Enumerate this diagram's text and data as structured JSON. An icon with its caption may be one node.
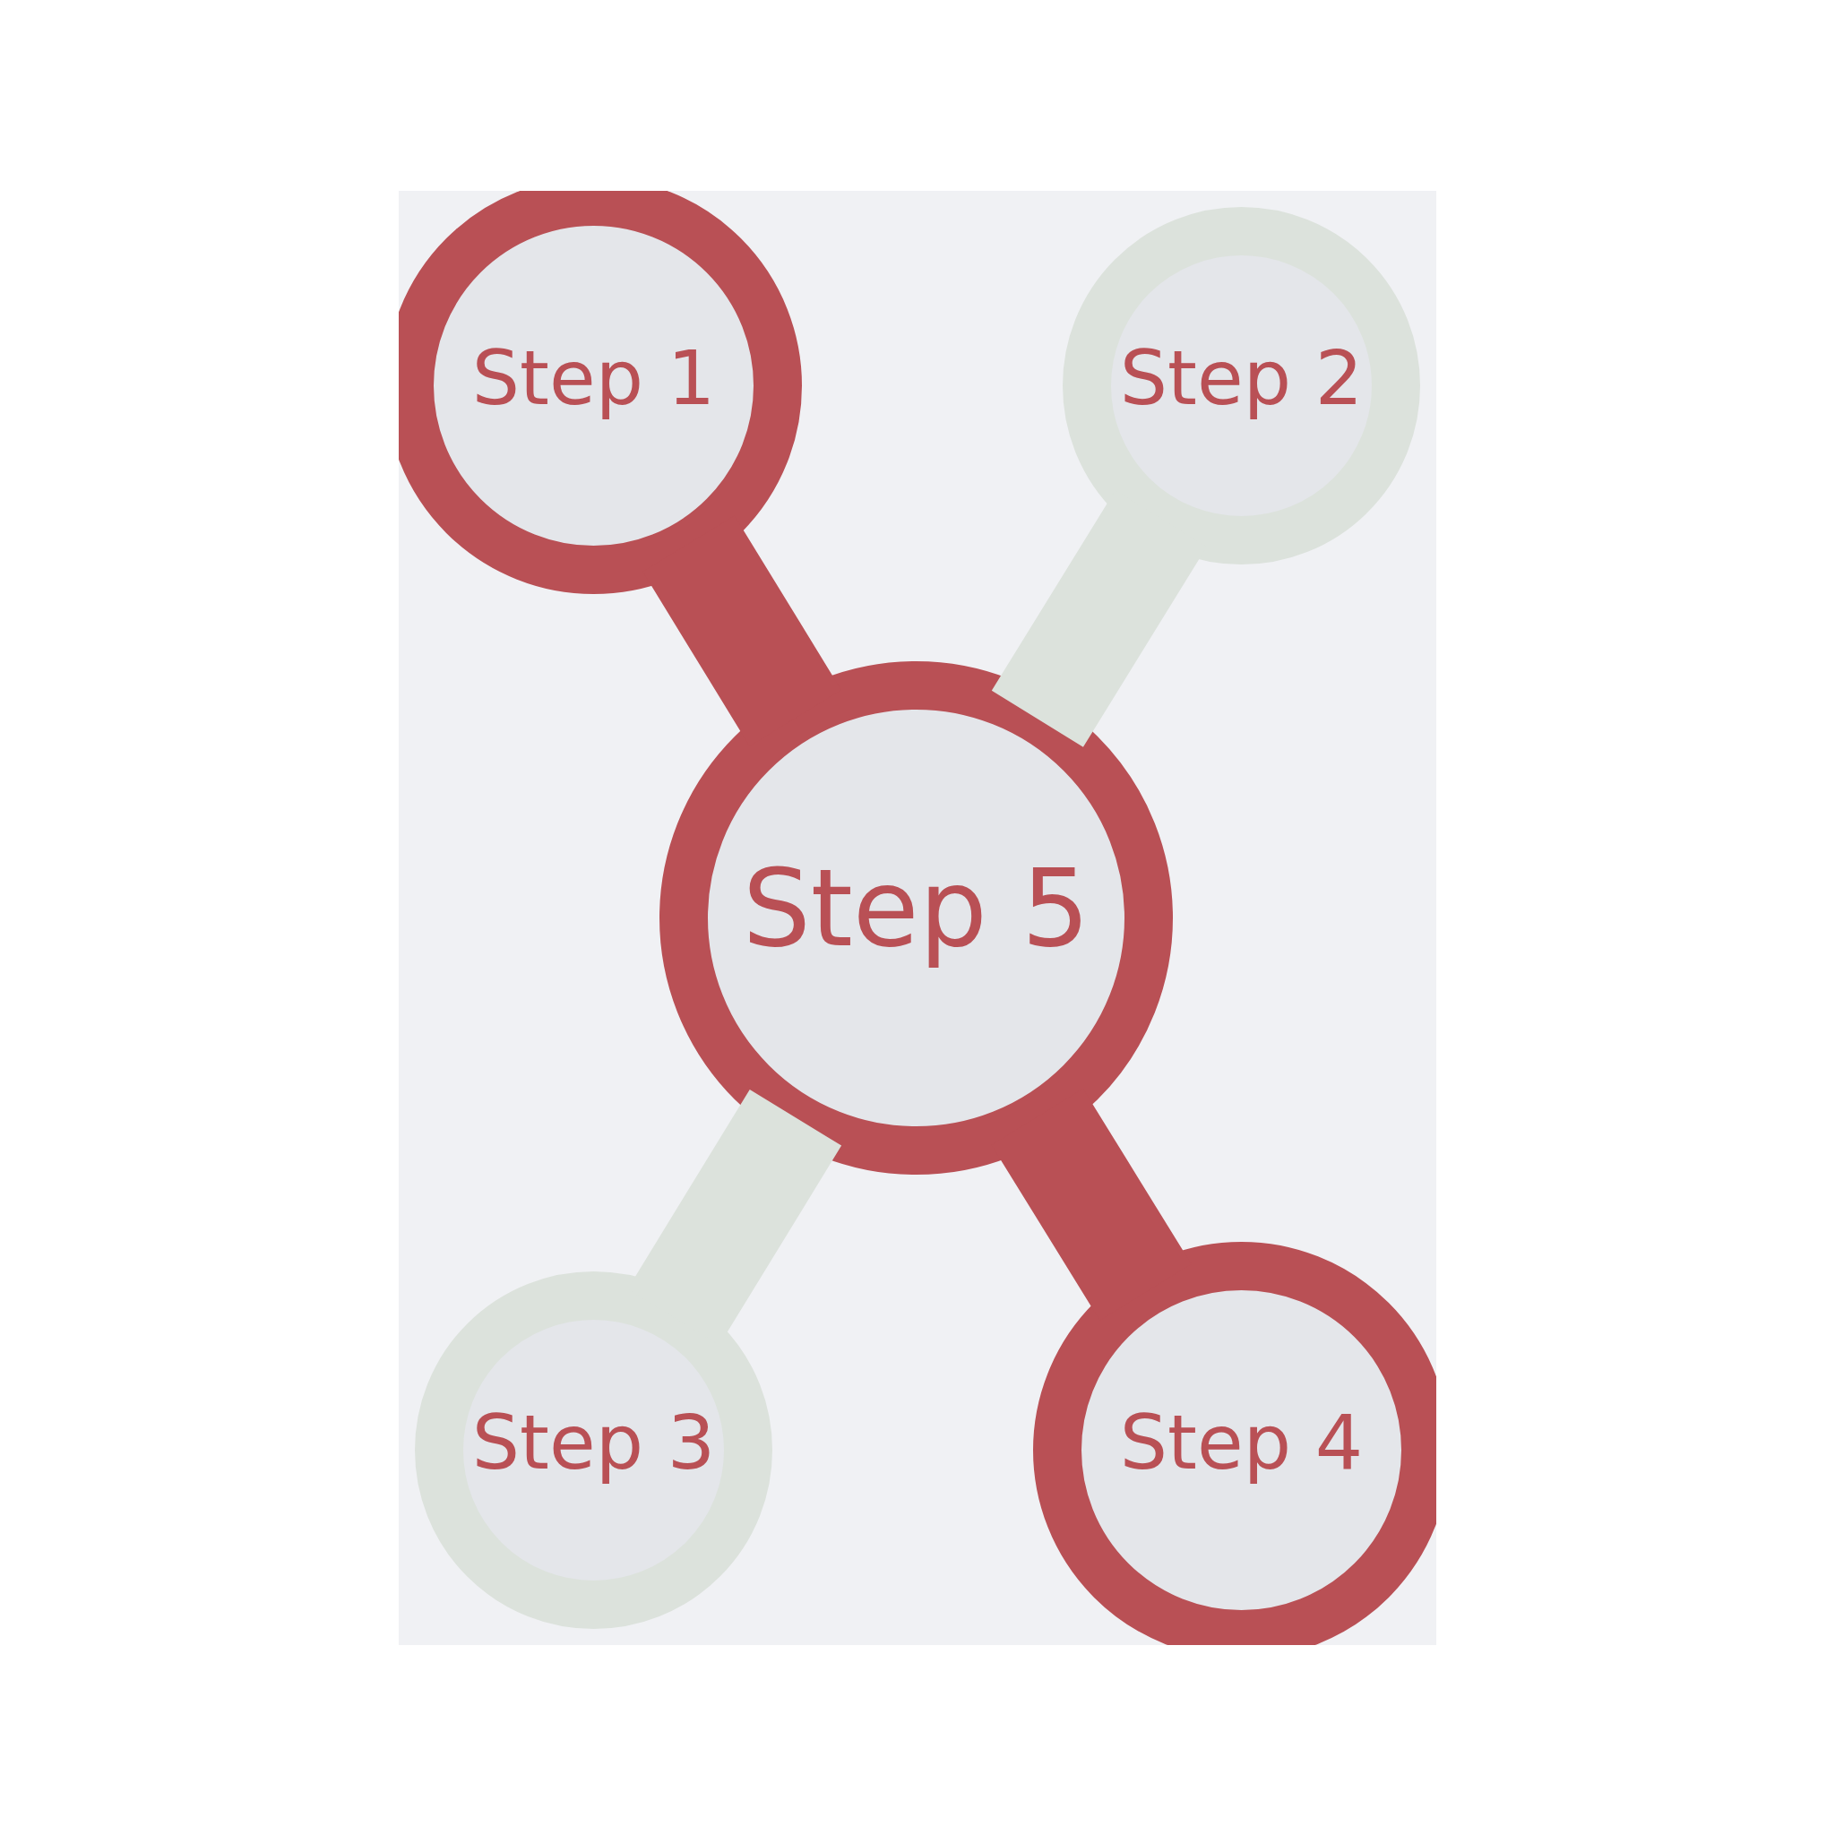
{
  "diagram": {
    "nodes": [
      {
        "text": [
          "Step 1"
        ]
      },
      {
        "text": [
          "Step 2"
        ]
      },
      {
        "text": [
          "Step 3"
        ]
      },
      {
        "text": [
          "Step 4"
        ]
      },
      {
        "text": [
          "Step 5"
        ]
      }
    ],
    "edges": [
      {
        "from": 0,
        "to": 4,
        "arrow": "none",
        "color": "#b95055"
      },
      {
        "from": 1,
        "to": 4,
        "arrow": "none",
        "color": "#dce2dc"
      },
      {
        "from": 2,
        "to": 4,
        "arrow": "none",
        "color": "#dce2dc"
      },
      {
        "from": 4,
        "to": 3,
        "arrow": "none",
        "color": "#b95055"
      }
    ]
  }
}
